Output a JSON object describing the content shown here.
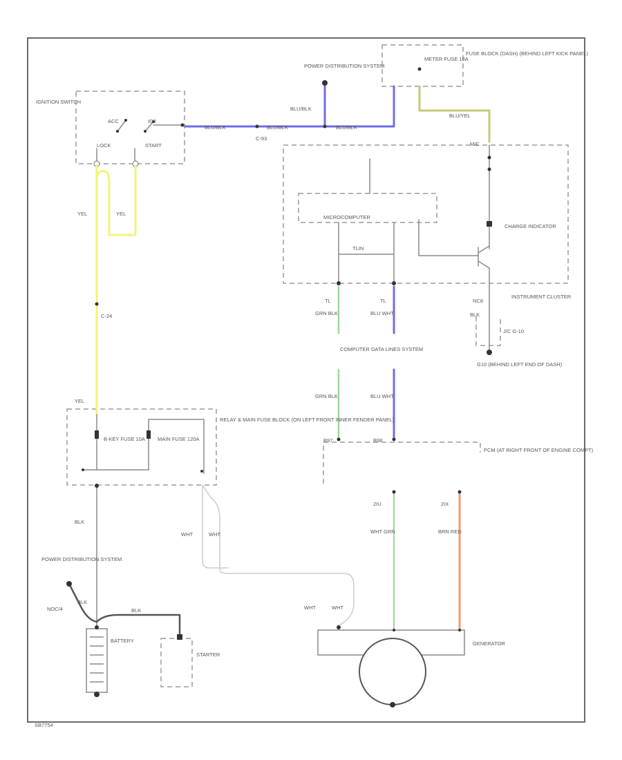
{
  "colors": {
    "yellow": "#f4f27a",
    "blue": "#6f6be8",
    "green": "#9fd49a",
    "orange": "#f19a6e",
    "olive": "#c8c878",
    "gray": "#8a8a8a",
    "dark": "#555555"
  },
  "components": {
    "ignition_switch": "IGNITION SWITCH",
    "acc": "ACC",
    "ig2": "IG2",
    "lock": "LOCK",
    "start": "START",
    "power_dist_top": "POWER DISTRIBUTION SYSTEM",
    "meter_fuse": "METER FUSE 10A",
    "fuse_block_dash": "FUSE BLOCK (DASH) (BEHIND LEFT KICK PANEL)",
    "microcomputer": "MICROCOMPUTER",
    "charge_indicator": "CHARGE INDICATOR",
    "instrument_cluster": "INSTRUMENT CLUSTER",
    "computer_datalines": "COMPUTER DATA LINES SYSTEM",
    "pcm": "PCM (AT RIGHT FRONT OF ENGINE COMPT)",
    "relay_block": "RELAY & MAIN FUSE BLOCK (ON LEFT FRONT INNER FENDER PANEL)",
    "b_key_fuse": "B-KEY FUSE 10A",
    "main_fuse": "MAIN FUSE 120A",
    "power_dist_bottom": "POWER DISTRIBUTION SYSTEM",
    "battery": "BATTERY",
    "starter": "STARTER",
    "generator": "GENERATOR",
    "ground": "G10 (BEHIND LEFT END OF DASH)",
    "ground_connector": "J/C G-10"
  },
  "wire_labels": {
    "blu_blk_h1": "BLU/BLK",
    "blu_blk_h2": "BLU/BLK",
    "blu_blk_h3": "BLU/BLK",
    "blu_blk_v": "BLU/BLK",
    "blu_yel": "BLU/YEL",
    "yel_left": "YEL",
    "yel_loop": "YEL",
    "yel_lower": "YEL",
    "grn_blk_upper": "GRN BLK",
    "blu_wht_upper": "BLU WHT",
    "grn_blk_lower": "GRN BLK",
    "blu_wht_lower": "BLU WHT",
    "blk_ground": "BLK",
    "blk_fuse": "BLK",
    "blk_batt": "BLK",
    "blk_starter": "BLK",
    "wht_a": "WHT",
    "wht_b": "WHT",
    "wht_c": "WHT",
    "wht_d": "WHT",
    "wht_grn": "WHT GRN",
    "brn_red": "BRN RED",
    "tlin": "TLIN",
    "tl": "TL",
    "tl2": "TL",
    "nc8": "NC8"
  },
  "connectors": {
    "c_ig": "C-93",
    "c_yel": "C-24",
    "pcm_left": "B97",
    "pcm_right": "B98",
    "gen_l": "2IU",
    "gen_b": "2IX",
    "m_c2": "M/C",
    "note_code": "NOC/4"
  },
  "figure_code": "SB7754"
}
